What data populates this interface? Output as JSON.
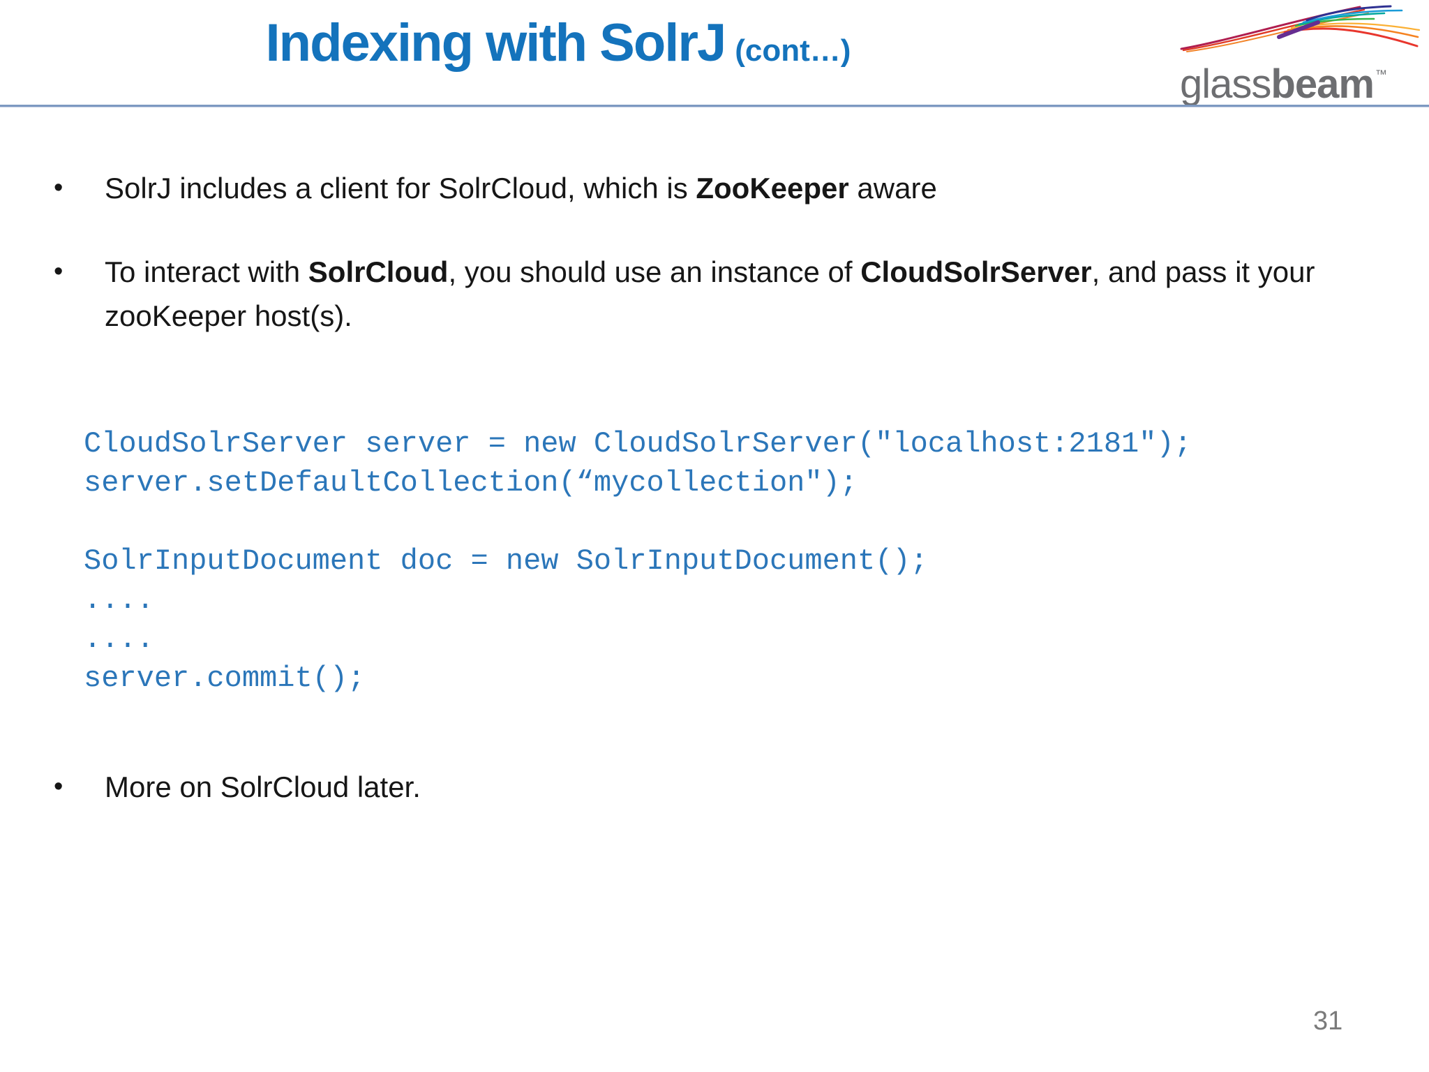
{
  "slide": {
    "title": "Indexing with SolrJ",
    "title_suffix": "(cont…)",
    "page_number": "31",
    "bullet_glyph": "•"
  },
  "logo": {
    "brand_light": "glass",
    "brand_bold": "beam",
    "trademark": "™"
  },
  "colors": {
    "title_blue": "#1473BC",
    "code_blue": "#2B76B9",
    "divider_blue": "#7D99C1",
    "logo_gray": "#6D6E71",
    "page_gray": "#7A7A7A"
  },
  "bullets": [
    {
      "segments": [
        {
          "text": "SolrJ includes a client for SolrCloud, which is ",
          "bold": false
        },
        {
          "text": "ZooKeeper",
          "bold": true
        },
        {
          "text": " aware",
          "bold": false
        }
      ]
    },
    {
      "segments": [
        {
          "text": "To interact with ",
          "bold": false
        },
        {
          "text": "SolrCloud",
          "bold": true
        },
        {
          "text": ", you should use an instance of ",
          "bold": false
        },
        {
          "text": "CloudSolrServer",
          "bold": true
        },
        {
          "text": ", and pass it your zooKeeper host(s).",
          "bold": false
        }
      ]
    },
    {
      "segments": [
        {
          "text": "More on SolrCloud later.",
          "bold": false
        }
      ]
    }
  ],
  "code": {
    "lines": [
      "CloudSolrServer server = new CloudSolrServer(\"localhost:2181\");",
      "server.setDefaultCollection(“mycollection\");",
      "",
      "SolrInputDocument doc = new SolrInputDocument();",
      "....",
      "....",
      "server.commit();"
    ]
  }
}
